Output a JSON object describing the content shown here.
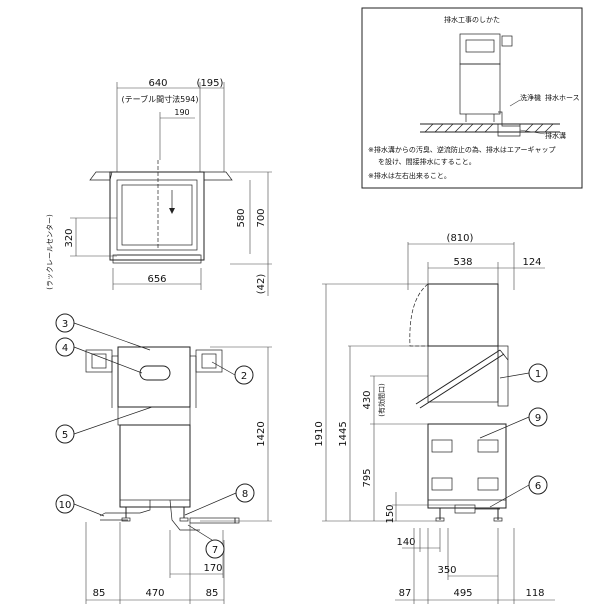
{
  "inset": {
    "title": "排水工事のしかた",
    "label_trap": "洗浄機",
    "label_hose": "排水ホース",
    "label_drain": "排水溝",
    "note1_line1": "※排水溝からの汚臭、逆流防止の為、排水はエアーギャップ",
    "note1_line2": "を設け、間接排水にすること。",
    "note2": "※排水は左右出来ること。"
  },
  "top_view": {
    "dim_640": "640",
    "dim_195": "(195)",
    "dim_table": "(テーブル間寸法594)",
    "dim_190": "190",
    "dim_580": "580",
    "dim_700": "700",
    "dim_320": "320",
    "rack_label": "(ラックレールセンター)",
    "dim_656": "656",
    "dim_42": "(42)"
  },
  "front_view": {
    "dim_1420": "1420",
    "dim_85_left": "85",
    "dim_470": "470",
    "dim_85_right": "85",
    "dim_170": "170"
  },
  "side_view": {
    "dim_810": "(810)",
    "dim_538": "538",
    "dim_124": "124",
    "dim_1910": "1910",
    "dim_1445": "1445",
    "dim_430": "430",
    "dim_430_note": "(有効間口)",
    "dim_795": "795",
    "dim_150": "150",
    "dim_140": "140",
    "dim_350": "350",
    "dim_87": "87",
    "dim_495": "495",
    "dim_118": "118"
  },
  "callouts": {
    "c1": "1",
    "c2": "2",
    "c3": "3",
    "c4": "4",
    "c5": "5",
    "c6": "6",
    "c7": "7",
    "c8": "8",
    "c9": "9",
    "c10": "10"
  }
}
